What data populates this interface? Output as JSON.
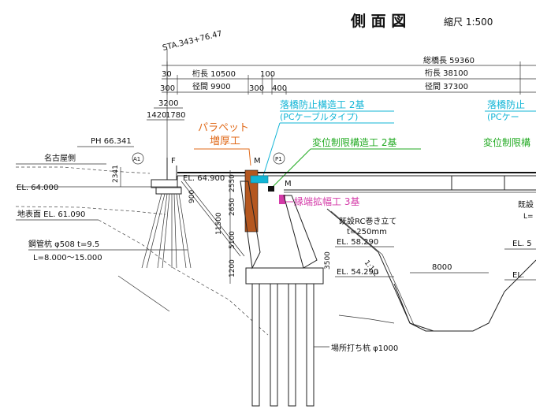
{
  "title": "側 面 図",
  "scale": "縮尺 1:500",
  "station": "STA.343+76.47",
  "dims": {
    "total_length": "総橋長 59360",
    "girder_1": "桁長 10500",
    "span_1": "径間 9900",
    "girder_2": "桁長 38100",
    "span_2": "径間 37300",
    "d30": "30",
    "d100": "100",
    "d300a": "300",
    "d300b": "300",
    "d400": "400",
    "d3200": "3200",
    "d1420": "1420",
    "d1780": "1780",
    "d2341": "2341",
    "d2550": "2550",
    "d2650": "2650",
    "d900": "900",
    "d11500": "11500",
    "d5100": "5100",
    "d1200": "1200",
    "d3500": "3500",
    "d8000": "8000",
    "slope": "1:1.2"
  },
  "labels": {
    "ph": "PH 66.341",
    "nagoya": "名古屋側",
    "a1": "A1",
    "p1": "P1",
    "f": "F",
    "m1": "M",
    "m2": "M",
    "el64": "EL. 64.000",
    "el64b": "EL. 64.900",
    "ground": "地表面 EL. 61.090",
    "pile": "鋼管杭 φ508 t=9.5",
    "pile_len": "L=8.000～15.000",
    "existing_rc": "既設RC巻き立て",
    "t250": "t=250mm",
    "el58": "EL. 58.290",
    "el54": "EL. 54.290",
    "cast_pile": "場所打ち杭 φ1000",
    "right_existing": "既設",
    "right_l": "L=",
    "right_el": "EL. 5",
    "right_el2": "EL."
  },
  "callouts": {
    "cyan_1": "落橋防止構造工 2基",
    "cyan_1b": "(PCケーブルタイプ)",
    "cyan_2": "落橋防止",
    "cyan_2b": "(PCケー",
    "green_1": "変位制限構造工 2基",
    "green_2": "変位制限構",
    "orange_1": "パラペット",
    "orange_1b": "増厚工",
    "magenta_1": "縁端拡幅工 3基"
  },
  "colors": {
    "cyan": "#12b5d6",
    "green": "#22aa22",
    "orange": "#e06a1a",
    "brown": "#b5571f",
    "magenta": "#d43aa8"
  }
}
